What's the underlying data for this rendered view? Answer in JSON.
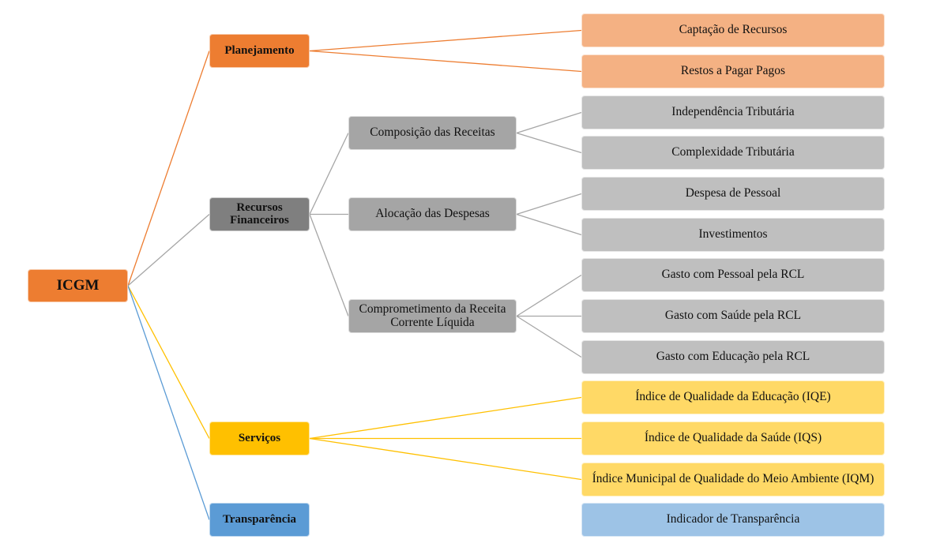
{
  "colors": {
    "orange": "#ED7D31",
    "orange_light": "#F4B183",
    "gray_dark": "#7F7F7F",
    "gray_mid": "#A5A5A5",
    "gray_light": "#BFBFBF",
    "yellow": "#FFC000",
    "yellow_light": "#FFD966",
    "blue": "#5B9BD5",
    "blue_light": "#9DC3E6",
    "line_gray": "#A6A6A6"
  },
  "root": {
    "label": "ICGM"
  },
  "branches": [
    {
      "label": "Planejamento",
      "color": "orange",
      "children": [
        {
          "label": "Captação de Recursos"
        },
        {
          "label": "Restos a Pagar Pagos"
        }
      ]
    },
    {
      "label": "Recursos Financeiros",
      "color": "gray",
      "groups": [
        {
          "label": "Composição das Receitas",
          "children": [
            {
              "label": "Independência Tributária"
            },
            {
              "label": "Complexidade Tributária"
            }
          ]
        },
        {
          "label": "Alocação das Despesas",
          "children": [
            {
              "label": "Despesa de Pessoal"
            },
            {
              "label": "Investimentos"
            }
          ]
        },
        {
          "label": "Comprometimento da Receita Corrente Líquida",
          "children": [
            {
              "label": "Gasto com Pessoal pela RCL"
            },
            {
              "label": "Gasto com Saúde pela RCL"
            },
            {
              "label": "Gasto com Educação pela RCL"
            }
          ]
        }
      ]
    },
    {
      "label": "Serviços",
      "color": "yellow",
      "children": [
        {
          "label": "Índice de Qualidade da Educação (IQE)"
        },
        {
          "label": "Índice de Qualidade da Saúde (IQS)"
        },
        {
          "label": "Índice Municipal de Qualidade do Meio Ambiente (IQM)"
        }
      ]
    },
    {
      "label": "Transparência",
      "color": "blue",
      "children": [
        {
          "label": "Indicador de Transparência"
        }
      ]
    }
  ]
}
